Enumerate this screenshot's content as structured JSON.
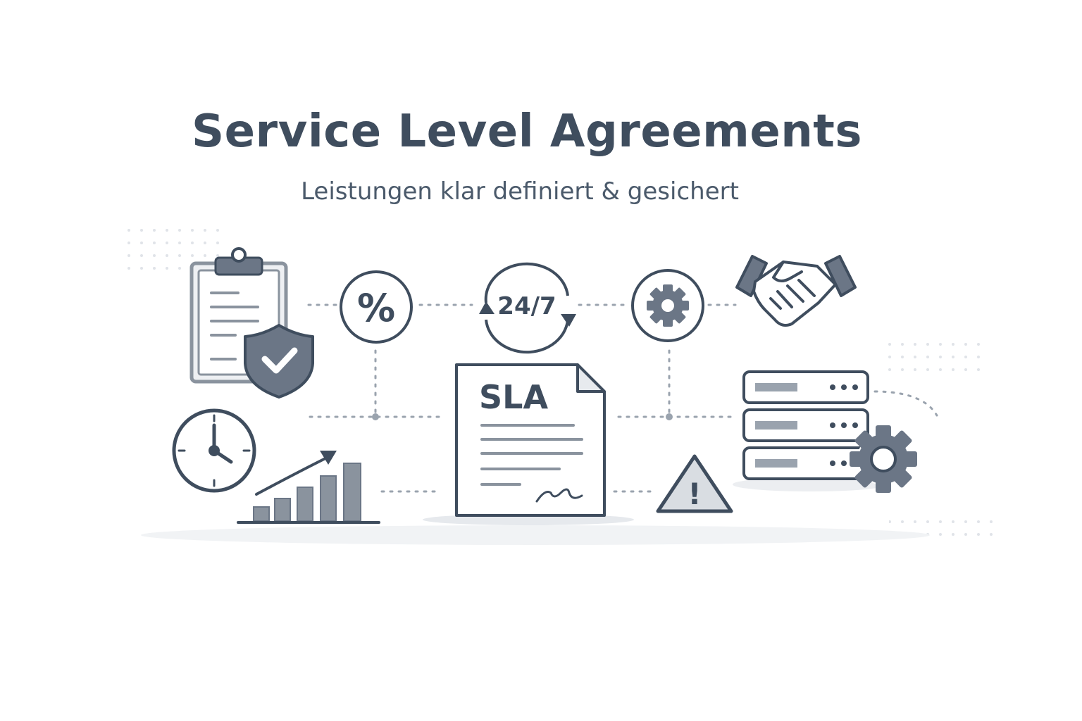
{
  "header": {
    "title": "Service Level Agreements",
    "subtitle": "Leistungen klar definiert & gesichert"
  },
  "badges": {
    "percent": "%",
    "availability": "24/7",
    "document": "SLA",
    "warning": "!"
  },
  "icons": [
    "clipboard-icon",
    "shield-check-icon",
    "percent-icon",
    "cycle-24-7-icon",
    "gear-icon",
    "handshake-icon",
    "clock-icon",
    "growth-chart-icon",
    "sla-document-icon",
    "warning-icon",
    "server-stack-icon",
    "server-gear-icon"
  ],
  "colors": {
    "primary": "#3f4d5e",
    "secondary": "#6b7686",
    "light": "#e7eaee",
    "background": "#ffffff"
  }
}
